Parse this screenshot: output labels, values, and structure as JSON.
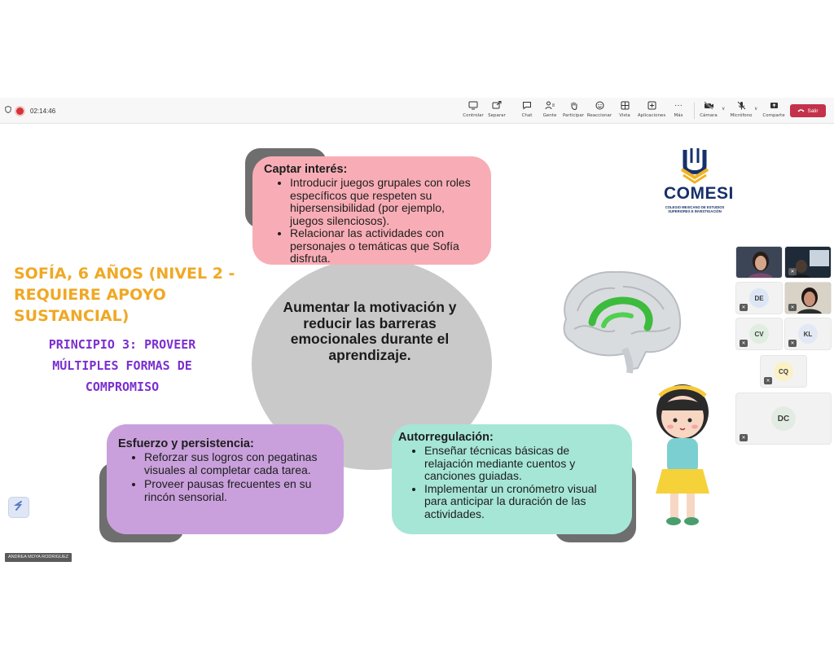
{
  "toolbar": {
    "timer": "02:14:46",
    "buttons": [
      {
        "label": "Controlar",
        "icon": "monitor-icon"
      },
      {
        "label": "Separar",
        "icon": "popout-icon"
      },
      {
        "label": "Chat",
        "icon": "chat-icon"
      },
      {
        "label": "Gente",
        "icon": "people-icon",
        "badge": "8"
      },
      {
        "label": "Participar",
        "icon": "raise-hand-icon"
      },
      {
        "label": "Reaccionar",
        "icon": "smiley-icon"
      },
      {
        "label": "Vista",
        "icon": "grid-view-icon"
      },
      {
        "label": "Aplicaciones",
        "icon": "add-apps-icon"
      },
      {
        "label": "Más",
        "icon": "more-icon"
      },
      {
        "label": "Cámara",
        "icon": "camera-off-icon"
      },
      {
        "label": "Micrófono",
        "icon": "mic-off-icon"
      },
      {
        "label": "Comparte",
        "icon": "share-icon"
      }
    ],
    "leave_label": "Salir"
  },
  "slide": {
    "left_title": "SOFÍA, 6 AÑOS (NIVEL 2 - REQUIERE APOYO SUSTANCIAL)",
    "principle": "PRINCIPIO 3: PROVEER MÚLTIPLES FORMAS DE COMPROMISO",
    "center_text": "Aumentar la motivación y reducir las barreras emocionales durante el aprendizaje.",
    "boxes": {
      "interes": {
        "title": "Captar interés:",
        "items": [
          "Introducir juegos grupales con roles específicos que respeten su hipersensibilidad (por ejemplo, juegos silenciosos).",
          "Relacionar las actividades con personajes o temáticas que Sofía disfruta."
        ]
      },
      "esfuerzo": {
        "title": "Esfuerzo y persistencia:",
        "items": [
          "Reforzar sus logros con pegatinas visuales al completar cada tarea.",
          "Proveer pausas frecuentes en su rincón sensorial."
        ]
      },
      "autorregulacion": {
        "title": "Autorregulación:",
        "items": [
          "Enseñar técnicas básicas de relajación mediante cuentos y canciones guiadas.",
          "Implementar un cronómetro visual para anticipar la duración de las actividades."
        ]
      }
    },
    "logo": {
      "name": "COMESI",
      "subtitle": "COLEGIO MEXICANO DE ESTUDIOS SUPERIORES E INVESTIGACIÓN"
    }
  },
  "presenter_name": "ANDREA MOYA RODRIGUEZ",
  "participants": [
    {
      "initials": "DE",
      "color": "#dde6f5"
    },
    {
      "initials": "CV",
      "color": "#dfeee0"
    },
    {
      "initials": "KL",
      "color": "#e3e8f5"
    },
    {
      "initials": "CQ",
      "color": "#fbf1c6"
    },
    {
      "initials": "DC",
      "color": "#e3ece3"
    }
  ],
  "colors": {
    "interes": "#f8adb6",
    "esfuerzo": "#c9a0dc",
    "autorregulacion": "#a6e6d6",
    "leave": "#c4314b",
    "title_orange": "#f0a825",
    "principle_purple": "#7b2fd0"
  }
}
